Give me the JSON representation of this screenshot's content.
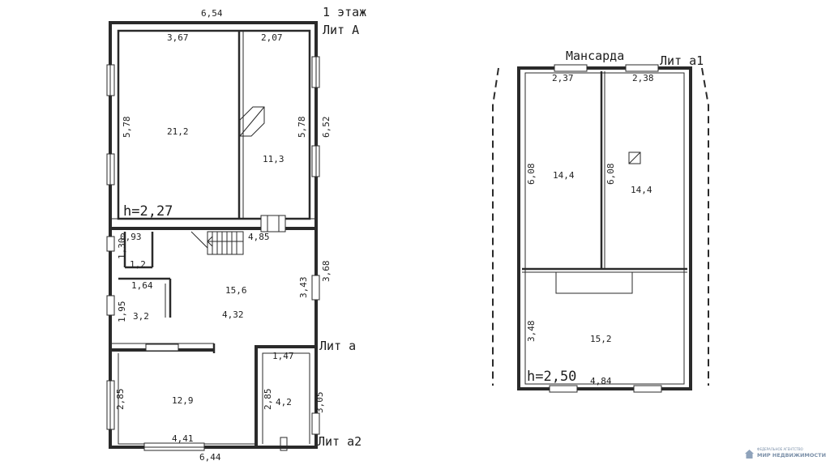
{
  "ground_floor": {
    "title": "1 этаж",
    "lit_A": "Лит А",
    "lit_a": "Лит а",
    "lit_a2": "Лит а2",
    "height": "h=2,27",
    "dims": {
      "top_total": "6,54",
      "bottom_total": "6,44",
      "room1_w": "3,67",
      "room2_w": "2,07",
      "room1_h": "5,78",
      "room2_h": "5,78",
      "right_total": "6,52",
      "stair_w": "4,85",
      "small_a": "0,93",
      "small_b": "1,30",
      "small_c": "1,2",
      "closet_w": "1,64",
      "closet_h": "1,95",
      "hall_h1": "3,43",
      "hall_h2": "3,68",
      "hall_w": "4,32",
      "a2_h": "2,85",
      "a2_w": "4,41",
      "small_room_w": "1,47",
      "small_room_h": "2,85",
      "right_lower": "3,05"
    },
    "areas": {
      "room1": "21,2",
      "room2": "11,3",
      "hall": "15,6",
      "closet": "3,2",
      "room_a2": "12,9",
      "small_room": "4,2"
    }
  },
  "attic": {
    "title": "Мансарда",
    "lit": "Лит а1",
    "height": "h=2,50",
    "dims": {
      "left_w": "2,37",
      "right_w": "2,38",
      "left_h": "6,08",
      "right_h": "6,08",
      "lower_h": "3,48",
      "bottom_w": "4,84"
    },
    "areas": {
      "left_room": "14,4",
      "right_room": "14,4",
      "lower_room": "15,2"
    }
  },
  "watermark": {
    "line1": "ФЕДЕРАЛЬНОЕ АГЕНТСТВО",
    "line2": "МИР НЕДВИЖИМОСТИ"
  },
  "colors": {
    "ink": "#2a2a2a",
    "watermark": "#7a8fa8"
  }
}
